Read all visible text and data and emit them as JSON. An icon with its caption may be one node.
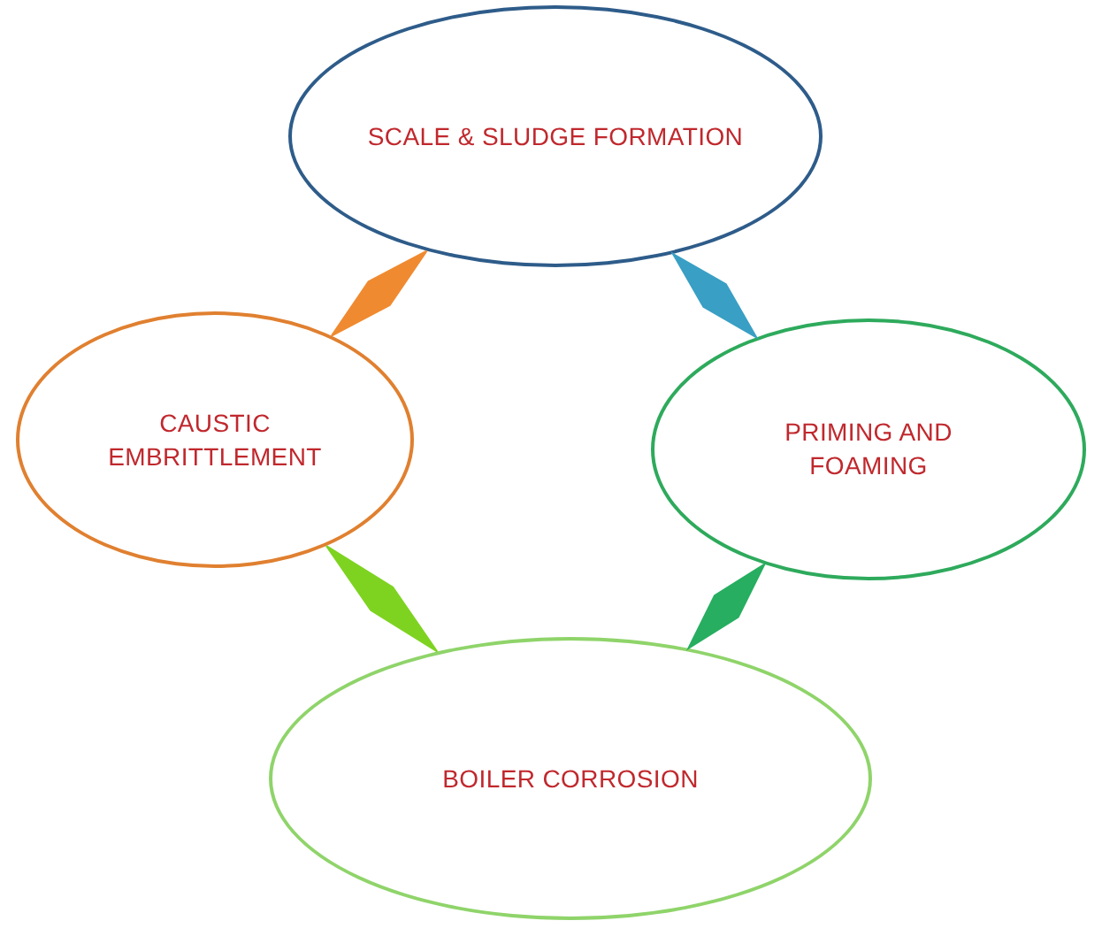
{
  "diagram": {
    "nodes": [
      {
        "text": [
          "SCALE & SLUDGE FORMATION"
        ]
      },
      {
        "text": [
          "CAUSTIC EMBRITTLEMENT"
        ]
      },
      {
        "text": [
          "PRIMING AND FOAMING"
        ]
      },
      {
        "text": [
          "BOILER CORROSION"
        ]
      }
    ],
    "edges": [
      {
        "from": 0,
        "to": 2,
        "arrow": "none",
        "color": "#3a9fc4"
      },
      {
        "from": 2,
        "to": 3,
        "arrow": "none",
        "color": "#27ae60"
      },
      {
        "from": 3,
        "to": 1,
        "arrow": "none",
        "color": "#7ed321"
      },
      {
        "from": 1,
        "to": 0,
        "arrow": "none",
        "color": "#f08a30"
      }
    ]
  }
}
